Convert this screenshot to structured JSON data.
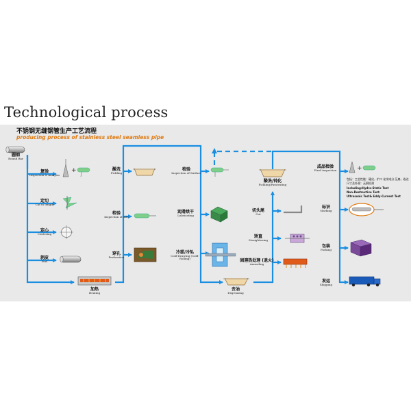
{
  "heading": "Technological process",
  "title_cn": "不锈钢无缝钢管生产工艺流程",
  "title_en": "producing process of stainless steel seamless pipe",
  "colors": {
    "flow": "#1a8ee0",
    "panel": "#e9e9e9",
    "accent": "#e07a10"
  },
  "steps": [
    {
      "cn": "圆钢",
      "en": "Round Bar"
    },
    {
      "cn": "复验",
      "en": "Inspection & Analysis"
    },
    {
      "cn": "定切",
      "en": "Cut to length"
    },
    {
      "cn": "定心",
      "en": "Centering"
    },
    {
      "cn": "剥皮",
      "en": "Peel"
    },
    {
      "cn": "加热",
      "en": "Heating"
    },
    {
      "cn": "穿孔",
      "en": "Perforation"
    },
    {
      "cn": "检验",
      "en": "Inspection of size"
    },
    {
      "cn": "酸洗",
      "en": "Pickling"
    },
    {
      "cn": "检验",
      "en": "Inspection of Surface"
    },
    {
      "cn": "润滑烘干",
      "en": "Lubricating"
    },
    {
      "cn": "冷拔/冷轧",
      "en": "Cold-Drawing (Cold-Rolling)"
    },
    {
      "cn": "去油",
      "en": "Degreasing"
    },
    {
      "cn": "固溶热处理 (退火)",
      "en": "Annealing"
    },
    {
      "cn": "矫直",
      "en": "Straightening"
    },
    {
      "cn": "切头尾",
      "en": "Cut"
    },
    {
      "cn": "酸洗/钝化",
      "en": "Pickling/Passivating"
    },
    {
      "cn": "成品检验",
      "en": "Final inspection"
    },
    {
      "cn": "标识",
      "en": "Marking"
    },
    {
      "cn": "包装",
      "en": "Packing"
    },
    {
      "cn": "发运",
      "en": "Shipping"
    }
  ],
  "final_notes": [
    "包括：工艺性能：硬化，扩口 化学成分 压扁，卷边",
    "尺寸及外观：无损检测",
    "Including:Hydro-Static Test",
    "Non-Destructive Test:",
    "Ultrasonic Test& Eddy-Current Test"
  ]
}
